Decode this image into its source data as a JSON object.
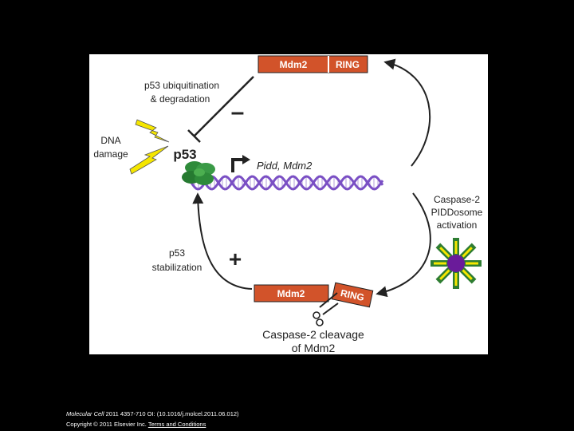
{
  "figure": {
    "mdm2_top": {
      "mdm2": "Mdm2",
      "ring": "RING"
    },
    "mdm2_bottom": {
      "mdm2": "Mdm2",
      "ring": "RING"
    },
    "ubiquitination_label": [
      "p53 ubiquitination",
      "& degradation"
    ],
    "minus_sign": "–",
    "dna_damage_label": [
      "DNA",
      "damage"
    ],
    "p53_label": "p53",
    "genes_label": "Pidd, Mdm2",
    "caspase_activation_label": [
      "Caspase-2",
      "PIDDosome",
      "activation"
    ],
    "stabilization_label": [
      "p53",
      "stabilization"
    ],
    "plus_sign": "+",
    "cleavage_label": [
      "Caspase-2 cleavage",
      "of Mdm2"
    ]
  },
  "colors": {
    "box_fill": "#d2532a",
    "lightning": "#f5e600",
    "p53_protein": "#2e8b3a",
    "dna": "#7a4fc4",
    "piddosome_core": "#6a1b9a",
    "piddosome_arms": "#2e7d32"
  },
  "citation": {
    "journal": "Molecular Cell",
    "details": " 2011 4357-710 OI: (10.1016/j.molcel.2011.06.012)",
    "copyright": "Copyright © 2011 Elsevier Inc.",
    "terms_link": "Terms and Conditions"
  }
}
